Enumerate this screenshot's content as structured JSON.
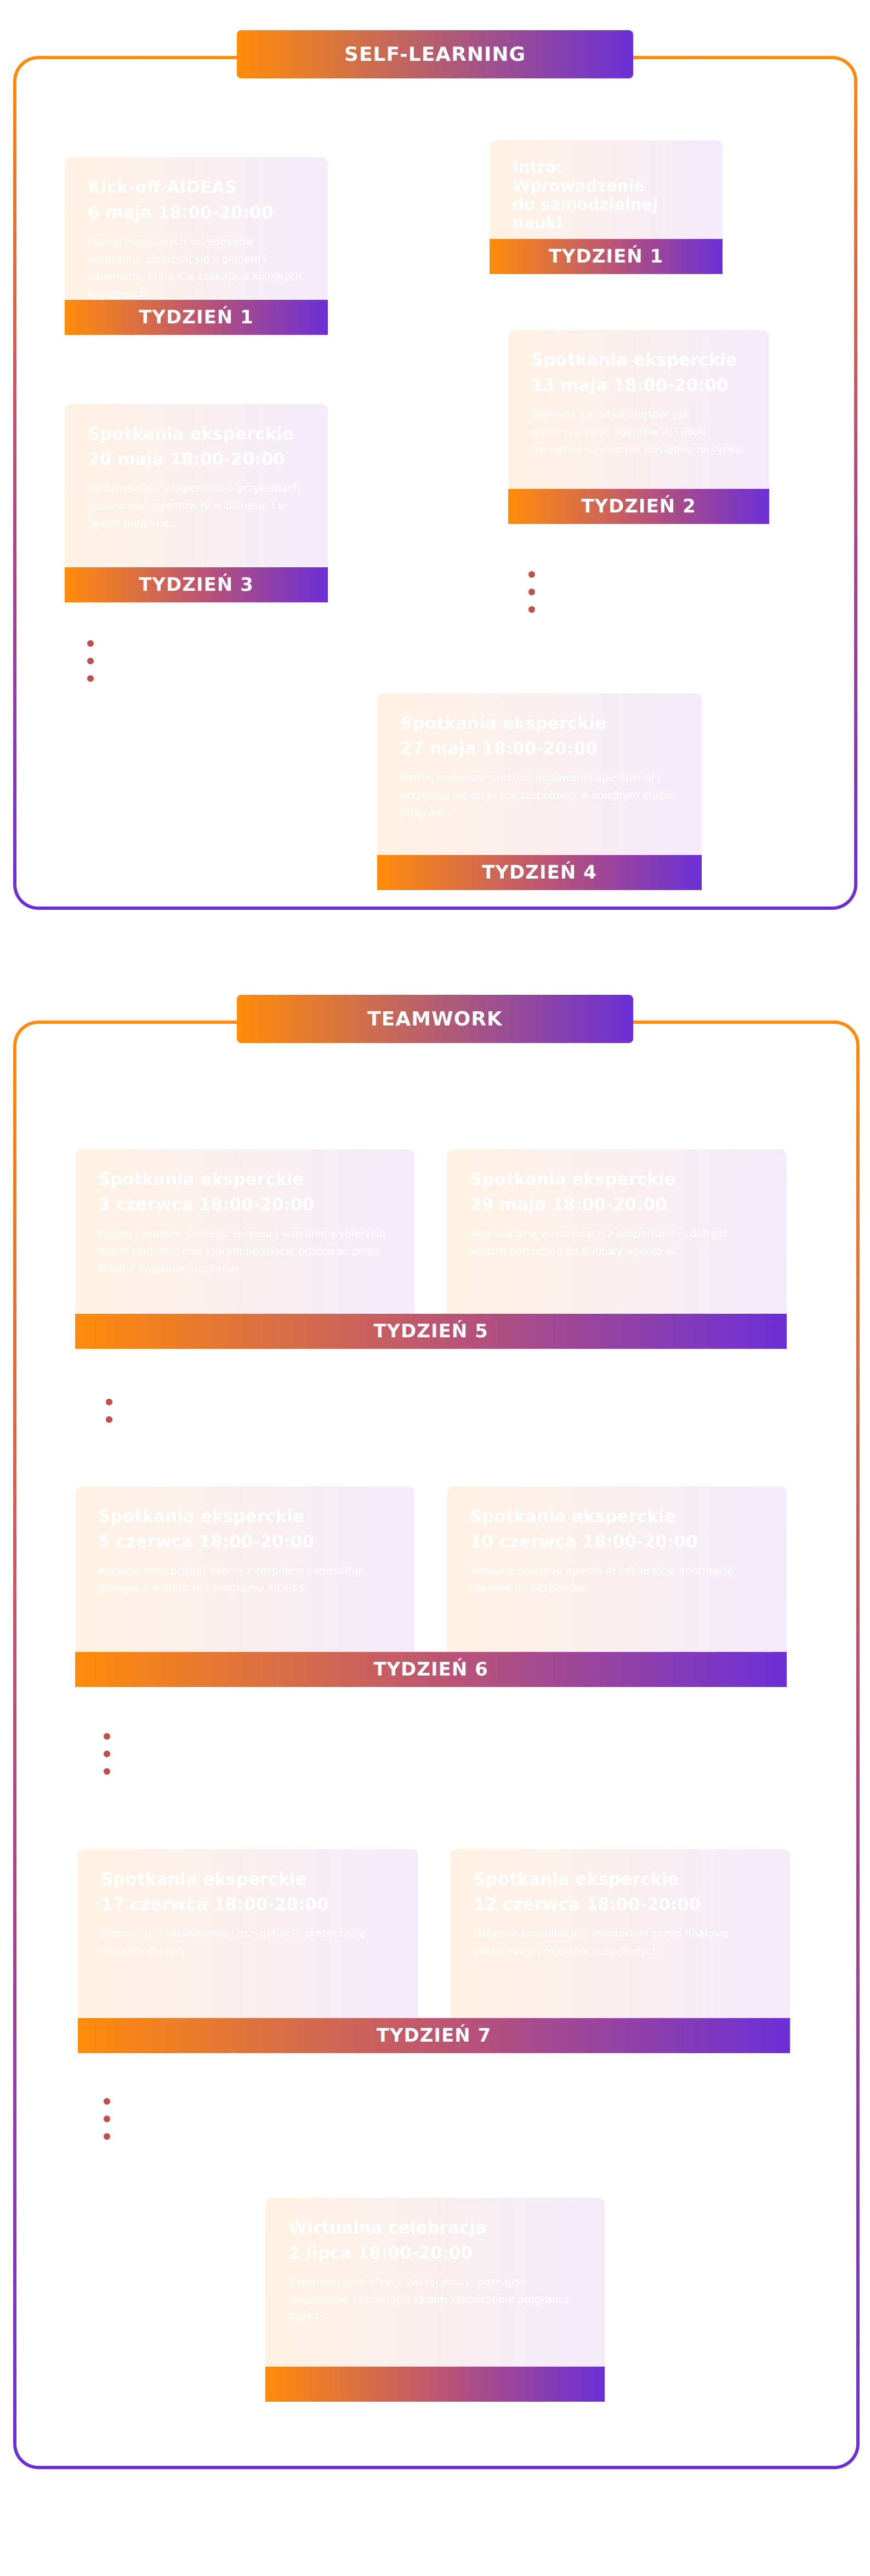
{
  "self_learning": {
    "title": "SELF-LEARNING",
    "intro": {
      "title": "Intro:\nWprowadzenie\ndo samodzielnej nauki",
      "week": "TYDZIEŃ 1"
    },
    "kickoff": {
      "title": "Kick-off AIDEAS\n6 maja 18:00-20:00",
      "desc": "Poznaj pozostałych uczestników programu, zapoznaj się z planem i zadaniami, które Cię czekają w kolejnych tygodniach.",
      "week": "TYDZIEŃ 1"
    },
    "w2": {
      "title": "Spotkania eksperckie\n13 maja 18:00-20:00",
      "desc": "Dowiedz się od ekspertów, jak wykorzystywać agentów AI i jakie narzędzia są obecnie dostępne na rynku.",
      "week": "TYDZIEŃ 2"
    },
    "w3": {
      "title": "Spotkania eksperckie\n20 maja 18:00-20:00",
      "desc": "Porozmawiaj z ekspertami o przykładach zastosowań agentów AI w biznesie i w Twoim projekcie.",
      "week": "TYDZIEŃ 3"
    },
    "w4": {
      "title": "Spotkania eksperckie\n27 maja 18:00-20:00",
      "desc": "Poznaj najlepsze praktyki budowania agentów AI i przygotuj się do pracy zespołowej w kolejnym etapie programu.",
      "week": "TYDZIEŃ 4"
    }
  },
  "teamwork": {
    "title": "TEAMWORK",
    "w5": {
      "week": "TYDZIEŃ 5",
      "left": {
        "title": "Spotkania eksperckie\n3 czerwca 18:00-20:00",
        "desc": "Poznaj członków swojego zespołu i wspólnie wybierzcie temat projektu, nad którym będziecie pracować przez kolejne tygodnie programu."
      },
      "right": {
        "title": "Spotkania eksperckie\n29 maja 18:00-20:00",
        "desc": "Weź udział w warsztatach z ekspertami i zdobądź wiedzę potrzebną do budowy agenta AI."
      }
    },
    "w6": {
      "week": "TYDZIEŃ 6",
      "left": {
        "title": "Spotkania eksperckie\n5 czerwca 18:00-20:00",
        "desc": "Rozwijaj swój projekt razem z zespołem i konsultuj postępy z mentorami programu AIDEAS."
      },
      "right": {
        "title": "Spotkania eksperckie\n10 czerwca 18:00-20:00",
        "desc": "Testujcie prototyp agenta AI i zbierajcie informacje zwrotne od ekspertów."
      }
    },
    "w7": {
      "week": "TYDZIEŃ 7",
      "left": {
        "title": "Spotkania eksperckie\n17 czerwca 18:00-20:00",
        "desc": "Dopracujcie rozwiązanie i przygotujcie prezentację projektu dla jury."
      },
      "right": {
        "title": "Spotkania eksperckie\n12 czerwca 18:00-20:00",
        "desc": "Ostatnie konsultacje z mentorami przed finałową prezentacją projektów zespołowych."
      }
    },
    "celebration": {
      "title": "Wirtualna celebracja\n2 lipca 18:00-20:00",
      "desc": "Zaprezentujcie efekty swojej pracy, poznajcie zwycięzców i świętujcie razem zakończenie programu AIDEAS.",
      "week": ""
    }
  }
}
